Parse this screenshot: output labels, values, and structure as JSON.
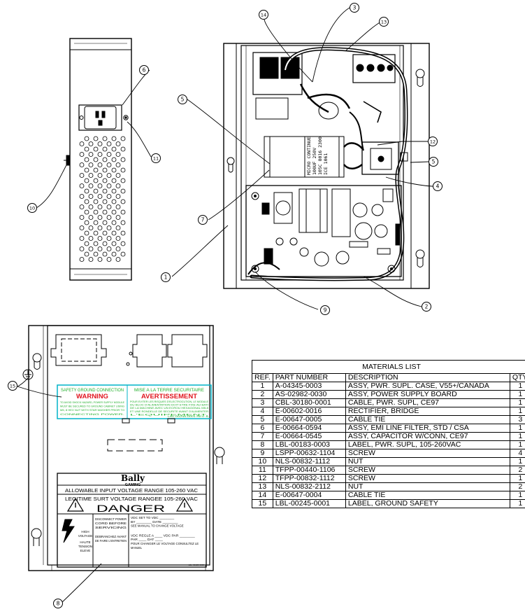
{
  "callouts": [
    "1",
    "2",
    "3",
    "4",
    "5",
    "6",
    "7",
    "8",
    "9",
    "10",
    "11",
    "12",
    "13",
    "14",
    "15"
  ],
  "capacitor_text": [
    "MICRO CONTINUE",
    "100UF 250V",
    "105C 8016 2300",
    "ICE 1061"
  ],
  "label_left": {
    "title": "SAFETY GROUND CONNECTION",
    "warning": "WARNING",
    "body": [
      "TO AVOID SHOCK HAZARD, POWER SUPPLY MODULE",
      "MUST BE SECURED TO GROUND CABINET USING",
      "M5, 8 HEX NUT WITH STAR WASHER PRIOR TO",
      "CONNECTING POWER."
    ]
  },
  "label_right": {
    "title": "MISE A LA TERRE SECURITAIRE",
    "warning": "AVERTISSEMENT",
    "body": [
      "POUR EVITER LES RISQUES D'ELECTROCUTION, LE MODULE",
      "DU BLOC D'ALIMENTATION DOIT ETRE FIXE AU BATI",
      "DE LA MACHINE AVEC UN ECROU HEXAGONAL M5.8",
      "ET UNE RONDELLE DE SECURITE AVANT D'ALIMENTER",
      "L'EQUIPEMENT."
    ],
    "code": "LBL-00245-0001 REV. A"
  },
  "brand": "Bally",
  "brand_sub": "GAMING",
  "voltage_lines": [
    "ALLOWABLE INPUT VOLTAGE RANGE 105-260 VAC",
    "LEGITIME SURT VOLTAGE RANGEE 105-260 VAC"
  ],
  "danger": "DANGER",
  "hv_labels": [
    "HIGH",
    "VOLTAGE",
    "HAUTE",
    "TENSION",
    "ELEVE"
  ],
  "danger_en": [
    "DISCONNECT POWER",
    "CORD BEFORE",
    "SERVICING"
  ],
  "danger_fr": [
    "DEBRANCHEZ AVANT",
    "DE FAIRE L'ENTRETIEN"
  ],
  "vdc_lines": [
    "VDC SET TO VDC ________",
    "BY ________ DATE ________",
    "SEE MANUAL TO CHANGE VOLTAGE",
    "VDC REGLE A ____ VDC  PAR ________",
    "PAR ____ DAT ____",
    "POUR CHANGER LE VOLTAGE CONSULTEZ LE",
    "MANUEL"
  ],
  "label_code_small": "LBL-00183-0003",
  "colors": {
    "line": "#000000",
    "label_box": "#00b4c8",
    "warning_red": "#e0141e",
    "label_green": "#1fae2a"
  },
  "materials": {
    "title": "MATERIALS LIST",
    "headers": [
      "REF.",
      "PART NUMBER",
      "DESCRIPTION",
      "QTY."
    ],
    "rows": [
      [
        "1",
        "A-04345-0003",
        "ASSY, PWR. SUPL. CASE, V55+/CANADA",
        "1"
      ],
      [
        "2",
        "AS-02982-0030",
        "ASSY, POWER SUPPLY BOARD",
        "1"
      ],
      [
        "3",
        "CBL-30180-0001",
        "CABLE, PWR. SUPL, CE97",
        "1"
      ],
      [
        "4",
        "E-00602-0016",
        "RECTIFIER, BRIDGE",
        "1"
      ],
      [
        "5",
        "E-00647-0005",
        "CABLE TIE",
        "3"
      ],
      [
        "6",
        "E-00664-0594",
        "ASSY, EMI LINE FILTER, STD / CSA",
        "1"
      ],
      [
        "7",
        "E-00664-0545",
        "ASSY, CAPACITOR W/CONN, CE97",
        "1"
      ],
      [
        "8",
        "LBL-00183-0003",
        "LABEL, PWR. SUPL, 105-260VAC",
        "1"
      ],
      [
        "9",
        "LSPP-00632-1104",
        "SCREW",
        "4"
      ],
      [
        "10",
        "NLS-00832-1112",
        "NUT",
        "1"
      ],
      [
        "11",
        "TFPP-00440-1106",
        "SCREW",
        "2"
      ],
      [
        "12",
        "TFPP-00832-1112",
        "SCREW",
        "1"
      ],
      [
        "13",
        "NLS-00832-2112",
        "NUT",
        "2"
      ],
      [
        "14",
        "E-00647-0004",
        "CABLE TIE",
        "1"
      ],
      [
        "15",
        "LBL-00245-0001",
        "LABEL, GROUND SAFETY",
        "1"
      ]
    ]
  }
}
